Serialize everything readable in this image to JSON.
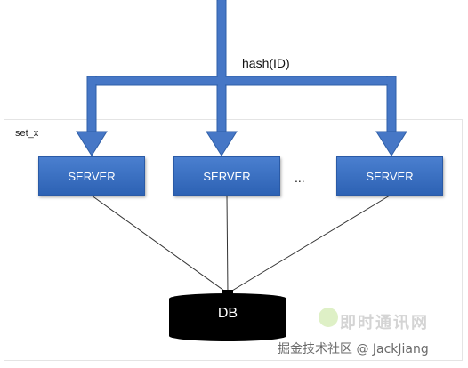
{
  "diagram": {
    "hash_label": "hash(ID)",
    "set_label": "set_x",
    "servers": [
      {
        "label": "SERVER"
      },
      {
        "label": "SERVER"
      },
      {
        "label": "SERVER"
      }
    ],
    "ellipsis": "...",
    "db_label": "DB"
  },
  "watermark": {
    "line1": "即时通讯网",
    "line2": "掘金技术社区 @ JackJiang"
  },
  "colors": {
    "arrow": "#4677c6",
    "arrow_edge": "#2f5fa8",
    "server_fill": "#3a6fc2",
    "db_fill": "#000000",
    "connector": "#333333"
  }
}
